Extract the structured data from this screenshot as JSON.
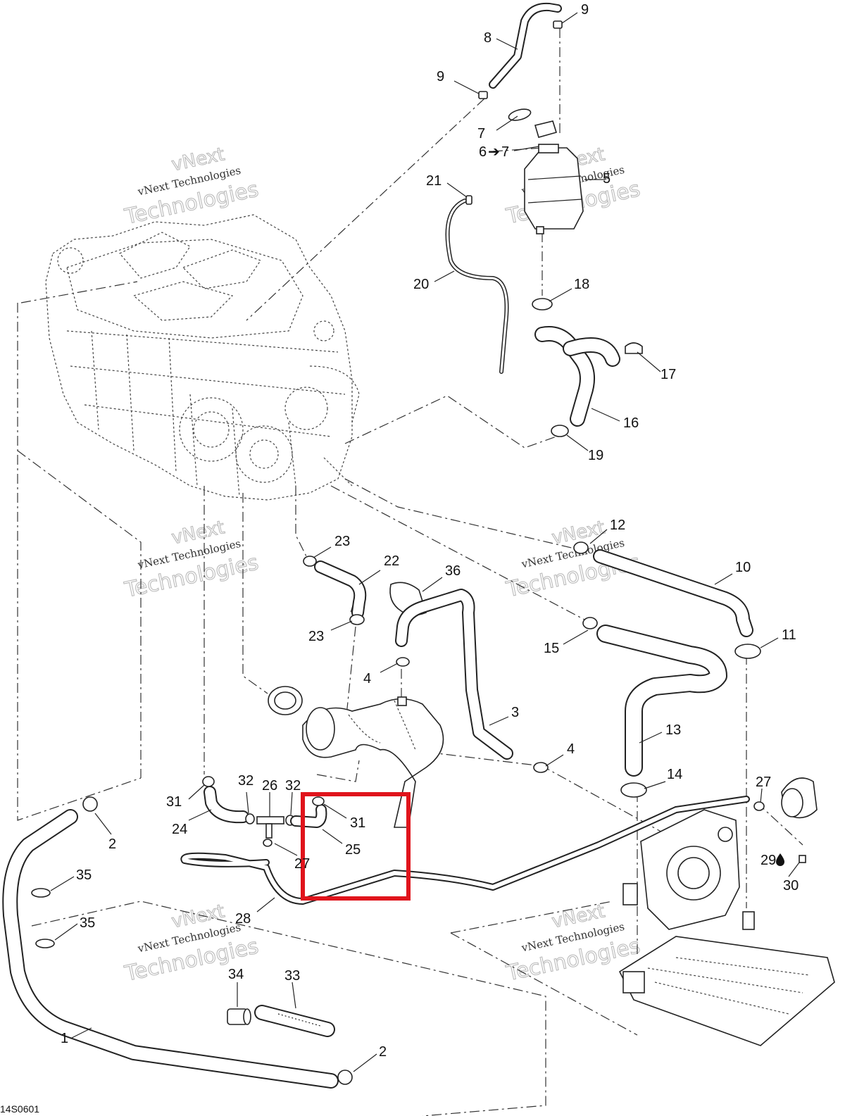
{
  "diagram": {
    "drawing_code": "14S0601",
    "watermark": {
      "line1": "vNext Technologies",
      "line2": "vNext",
      "line3": "Technologies"
    },
    "highlight_color": "#e0141c",
    "labels": {
      "l1": "1",
      "l2a": "2",
      "l2b": "2",
      "l3": "3",
      "l4a": "4",
      "l4b": "4",
      "l5": "5",
      "l6": "6",
      "l6b": "7",
      "l7": "7",
      "l8": "8",
      "l9a": "9",
      "l9b": "9",
      "l10": "10",
      "l11": "11",
      "l12": "12",
      "l13": "13",
      "l14": "14",
      "l15": "15",
      "l16": "16",
      "l17": "17",
      "l18": "18",
      "l19": "19",
      "l20": "20",
      "l21": "21",
      "l22": "22",
      "l23a": "23",
      "l23b": "23",
      "l24": "24",
      "l25": "25",
      "l26": "26",
      "l27a": "27",
      "l27b": "27",
      "l28": "28",
      "l29": "29",
      "l30": "30",
      "l31a": "31",
      "l31b": "31",
      "l32a": "32",
      "l32b": "32",
      "l33": "33",
      "l34": "34",
      "l35a": "35",
      "l35b": "35",
      "l36": "36"
    }
  }
}
